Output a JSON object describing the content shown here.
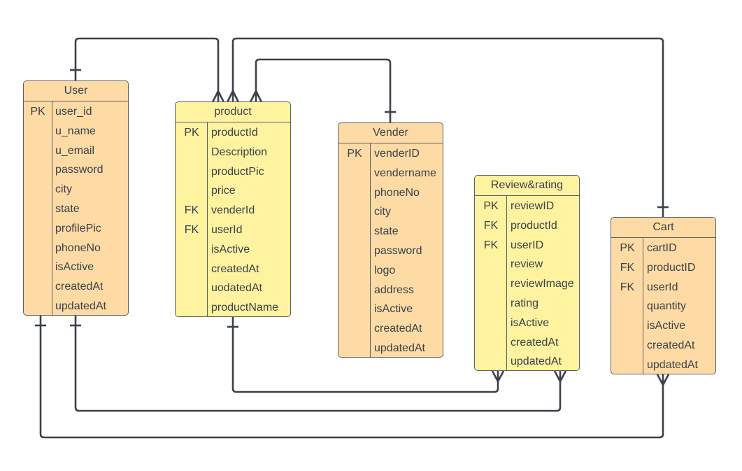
{
  "diagram": {
    "type": "entity-relationship",
    "entities": [
      {
        "id": "user",
        "title": "User",
        "fill": "#fedba5",
        "rows": [
          {
            "key": "PK",
            "attr": "user_id"
          },
          {
            "key": "",
            "attr": "u_name"
          },
          {
            "key": "",
            "attr": "u_email"
          },
          {
            "key": "",
            "attr": "password"
          },
          {
            "key": "",
            "attr": "city"
          },
          {
            "key": "",
            "attr": "state"
          },
          {
            "key": "",
            "attr": "profilePic"
          },
          {
            "key": "",
            "attr": "phoneNo"
          },
          {
            "key": "",
            "attr": "isActive"
          },
          {
            "key": "",
            "attr": "createdAt"
          },
          {
            "key": "",
            "attr": "updatedAt"
          }
        ]
      },
      {
        "id": "product",
        "title": "product",
        "fill": "#fff3a0",
        "rows": [
          {
            "key": "PK",
            "attr": "productId"
          },
          {
            "key": "",
            "attr": "Description"
          },
          {
            "key": "",
            "attr": "productPic"
          },
          {
            "key": "",
            "attr": "price"
          },
          {
            "key": "FK",
            "attr": "venderId"
          },
          {
            "key": "FK",
            "attr": "userId"
          },
          {
            "key": "",
            "attr": "isActive"
          },
          {
            "key": "",
            "attr": "createdAt"
          },
          {
            "key": "",
            "attr": "uodatedAt"
          },
          {
            "key": "",
            "attr": "productName"
          }
        ]
      },
      {
        "id": "vender",
        "title": "Vender",
        "fill": "#fedba5",
        "rows": [
          {
            "key": "PK",
            "attr": "venderID"
          },
          {
            "key": "",
            "attr": "vendername"
          },
          {
            "key": "",
            "attr": "phoneNo"
          },
          {
            "key": "",
            "attr": "city"
          },
          {
            "key": "",
            "attr": "state"
          },
          {
            "key": "",
            "attr": "password"
          },
          {
            "key": "",
            "attr": "logo"
          },
          {
            "key": "",
            "attr": "address"
          },
          {
            "key": "",
            "attr": "isActive"
          },
          {
            "key": "",
            "attr": "createdAt"
          },
          {
            "key": "",
            "attr": "updatedAt"
          }
        ]
      },
      {
        "id": "review",
        "title": "Review&rating",
        "fill": "#fff3a0",
        "rows": [
          {
            "key": "PK",
            "attr": "reviewID"
          },
          {
            "key": "FK",
            "attr": "productId"
          },
          {
            "key": "FK",
            "attr": "userID"
          },
          {
            "key": "",
            "attr": "review"
          },
          {
            "key": "",
            "attr": "reviewImage"
          },
          {
            "key": "",
            "attr": "rating"
          },
          {
            "key": "",
            "attr": "isActive"
          },
          {
            "key": "",
            "attr": "createdAt"
          },
          {
            "key": "",
            "attr": "updatedAt"
          }
        ]
      },
      {
        "id": "cart",
        "title": "Cart",
        "fill": "#fedba5",
        "rows": [
          {
            "key": "PK",
            "attr": "cartID"
          },
          {
            "key": "FK",
            "attr": "productID"
          },
          {
            "key": "FK",
            "attr": "userId"
          },
          {
            "key": "",
            "attr": "quantity"
          },
          {
            "key": "",
            "attr": "isActive"
          },
          {
            "key": "",
            "attr": "createdAt"
          },
          {
            "key": "",
            "attr": "updatedAt"
          }
        ]
      }
    ],
    "relationships": [
      {
        "from": "user",
        "from_cardinality": "one",
        "to": "product",
        "to_cardinality": "many"
      },
      {
        "from": "cart",
        "from_cardinality": "one",
        "to": "product",
        "to_cardinality": "many"
      },
      {
        "from": "vender",
        "from_cardinality": "one",
        "to": "product",
        "to_cardinality": "many"
      },
      {
        "from": "product",
        "from_cardinality": "one",
        "to": "review",
        "to_cardinality": "many"
      },
      {
        "from": "user",
        "from_cardinality": "one",
        "to": "review",
        "to_cardinality": "many"
      },
      {
        "from": "user",
        "from_cardinality": "one",
        "to": "cart",
        "to_cardinality": "many"
      }
    ],
    "line_color": "#3a414a"
  }
}
